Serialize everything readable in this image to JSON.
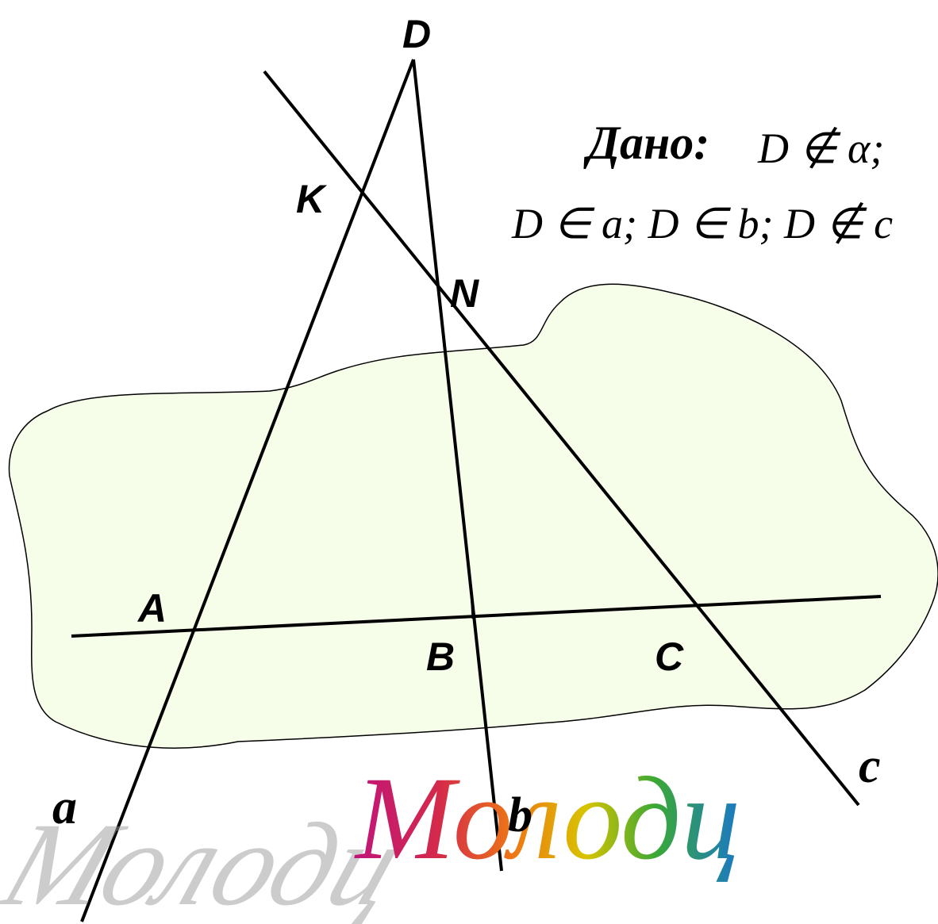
{
  "points": {
    "D": "D",
    "K": "K",
    "N": "N",
    "A": "A",
    "B": "B",
    "C": "C"
  },
  "lines": {
    "a": "a",
    "b": "b",
    "c": "c"
  },
  "given": {
    "title": "Дано:",
    "line1": "D ∉ α;",
    "line2": "D ∈ a; D ∈ b; D ∉ c"
  },
  "praise": {
    "text": "Молодц",
    "colors": [
      "#c0157a",
      "#d42a4a",
      "#ee7a12",
      "#d8c400",
      "#3aa835",
      "#1a78c8"
    ]
  },
  "colors": {
    "plane_fill": "#f6fde9",
    "stroke": "#000000"
  }
}
